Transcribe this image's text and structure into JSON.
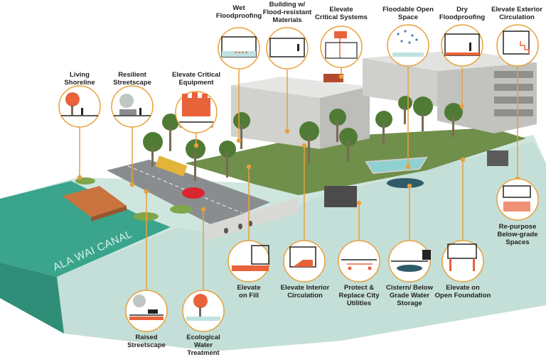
{
  "canal_label": "ALA WAI CANAL",
  "colors": {
    "accent": "#e8a13a",
    "water": "#3aa58c",
    "ground": "#cfe6df",
    "flood": "#e8623a"
  },
  "callouts": [
    {
      "id": "living-shoreline",
      "label": "Living\nShoreline",
      "icon": "tree-person-icon"
    },
    {
      "id": "resilient-streetscape",
      "label": "Resilient\nStreetscape",
      "icon": "tree-planter-icon"
    },
    {
      "id": "elevate-critical-equipment",
      "label": "Elevate Critical\nEquipment",
      "icon": "equipment-icon"
    },
    {
      "id": "wet-floodproofing",
      "label": "Wet\nFloodproofing",
      "icon": "flood-room-icon"
    },
    {
      "id": "flood-resistant-materials",
      "label": "Building w/\nFlood-resistant\nMaterials",
      "icon": "room-icon"
    },
    {
      "id": "elevate-critical-systems",
      "label": "Elevate\nCritical Systems",
      "icon": "systems-icon"
    },
    {
      "id": "floodable-open-space",
      "label": "Floodable Open\nSpace",
      "icon": "rain-icon"
    },
    {
      "id": "dry-floodproofing",
      "label": "Dry\nFloodproofing",
      "icon": "dry-room-icon"
    },
    {
      "id": "elevate-exterior-circulation",
      "label": "Elevate Exterior\nCirculation",
      "icon": "stairs-icon"
    },
    {
      "id": "repurpose-below-grade",
      "label": "Re-purpose\nBelow-grade\nSpaces",
      "icon": "basement-icon"
    },
    {
      "id": "elevate-open-foundation",
      "label": "Elevate on\nOpen Foundation",
      "icon": "foundation-icon"
    },
    {
      "id": "cistern-storage",
      "label": "Cistern/ Below\nGrade Water\nStorage",
      "icon": "cistern-icon"
    },
    {
      "id": "protect-utilities",
      "label": "Protect &\nReplace City\nUtilities",
      "icon": "utilities-icon"
    },
    {
      "id": "elevate-interior-circulation",
      "label": "Elevate Interior\nCirculation",
      "icon": "interior-stairs-icon"
    },
    {
      "id": "elevate-on-fill",
      "label": "Elevate\non Fill",
      "icon": "fill-icon"
    },
    {
      "id": "ecological-water-treatment",
      "label": "Ecological\nWater\nTreatment",
      "icon": "plant-icon"
    },
    {
      "id": "raised-streetscape",
      "label": "Raised\nStreetscape",
      "icon": "car-icon"
    }
  ]
}
